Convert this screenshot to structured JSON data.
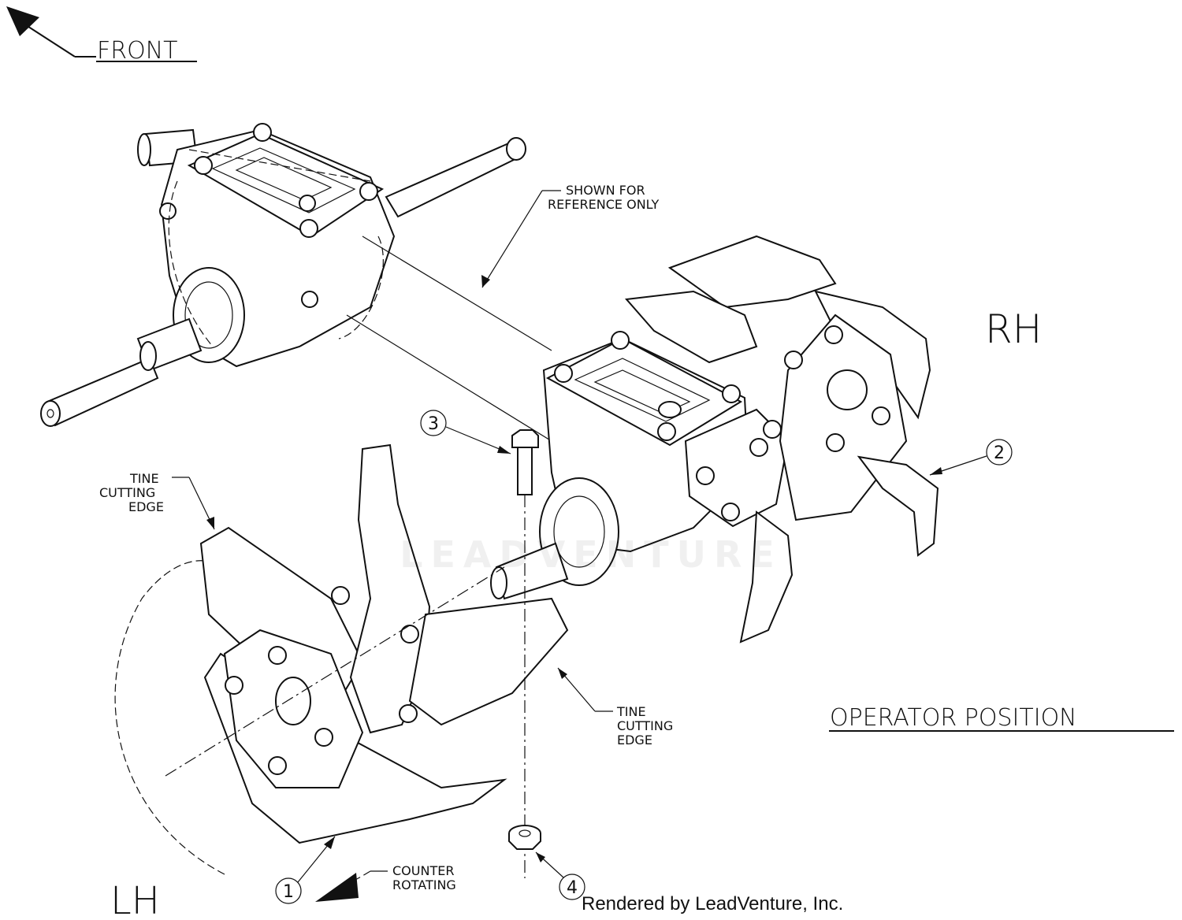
{
  "labels": {
    "front": "FRONT",
    "shown_for_line1": "SHOWN FOR",
    "shown_for_line2": "REFERENCE ONLY",
    "rh": "RH",
    "lh": "LH",
    "operator_position": "OPERATOR POSITION",
    "tine_left_line1": "TINE",
    "tine_left_line2": "CUTTING",
    "tine_left_line3": "EDGE",
    "tine_right_line1": "TINE",
    "tine_right_line2": "CUTTING",
    "tine_right_line3": "EDGE",
    "counter_line1": "COUNTER",
    "counter_line2": "ROTATING"
  },
  "callouts": [
    "1",
    "2",
    "3",
    "4"
  ],
  "watermark": "LEADVENTURE",
  "credit": "Rendered by LeadVenture, Inc."
}
